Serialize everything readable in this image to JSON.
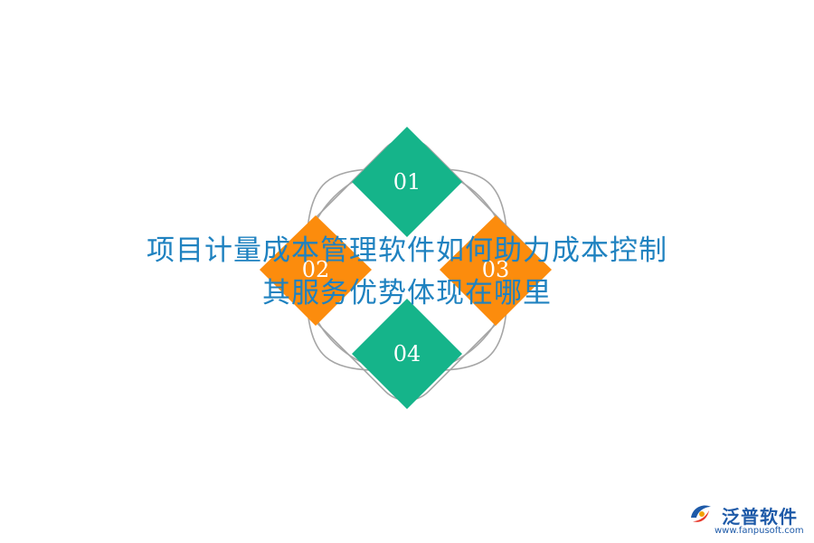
{
  "diagram": {
    "items": [
      {
        "label": "01",
        "color": "#15b48a"
      },
      {
        "label": "02",
        "color": "#fc8c0d"
      },
      {
        "label": "03",
        "color": "#fc8c0d"
      },
      {
        "label": "04",
        "color": "#15b48a"
      }
    ],
    "ring_color": "#a6a6a6"
  },
  "title": {
    "line1": "项目计量成本管理软件如何助力成本控制",
    "line2": "其服务优势体现在哪里",
    "color": "#1f82c0"
  },
  "logo": {
    "name": "泛普软件",
    "url": "www.fanpusoft.com",
    "icon": "fanpu-logo-icon"
  }
}
